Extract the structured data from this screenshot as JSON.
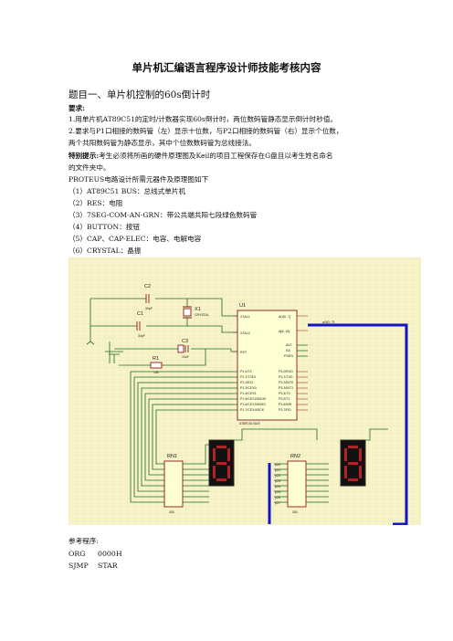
{
  "document": {
    "title": "单片机汇编语言程序设计师技能考核内容",
    "question_title": "题目一、单片机控制的60s倒计时",
    "requirements_heading": "要求:",
    "requirements": [
      "1.用单片机AT89C51的定时/计数器实现60s倒计时，两位数码管静态显示倒计时秒值。",
      "2.要求与P1口相接的数码管（左）显示十位数，与P2口相接的数码管（右）显示个位数，",
      "两个共阳数码管为静态显示，其中个位数数码管为总线接法。"
    ],
    "special_note_label": "特别提示:",
    "special_note": [
      "考生必须将所画的硬件原理图及Keil的项目工程保存在G盘且以考生姓名命名",
      "的文件夹中。"
    ],
    "components_intro": "PROTEUS电路设计所需元器件及原理图如下",
    "components": [
      "（1）AT89C51 BUS：总线式单片机",
      "（2）RES：电阻",
      "（3）7SEG-COM-AN-GRN：带公共端共阳七段绿色数码管",
      "（4）BUTTON：按钮",
      "（5）CAP、CAP-ELEC：电容、电解电容",
      "（6）CRYSTAL：晶振"
    ],
    "reference_label": "参考程序:",
    "code": [
      {
        "op": "ORG",
        "arg": "0000H"
      },
      {
        "op": "SJMP",
        "arg": "STAR"
      }
    ]
  },
  "schematic": {
    "labels": {
      "c2": "C2",
      "c2_val": "30pF",
      "c1": "C1",
      "c1_val": "30pF",
      "x1": "X1",
      "x1_val": "CRYSTAL",
      "c3": "C3",
      "c3_val": "10uF",
      "r1": "R1",
      "r1_val": "10k",
      "u1": "U1",
      "u1_part": "AT89C51 BUS",
      "rn1": "RN1",
      "rn2": "RN2",
      "rn_val": "300",
      "bus_label": "p0[0..7]",
      "xtal1": "XTAL1",
      "xtal2": "XTAL2",
      "rst": "RST",
      "ad_bus": "AD[0..7]",
      "a_bus": "A[8..15]",
      "ale": "ALE",
      "ea": "EA",
      "psen": "PSEN"
    },
    "p1_pins": [
      "P1.0/T2",
      "P1.1/T2EX",
      "P1.2/ECI",
      "P1.3/CEX0",
      "P1.4/CEX1",
      "P1.5/CEX2/MOSI",
      "P1.6/CEX3/MISO",
      "P1.7/CEX4/SCK"
    ],
    "p3_pins": [
      "P3.0/RXD",
      "P3.1/TXD",
      "P3.2/INT0",
      "P3.3/INT1",
      "P3.4/T0",
      "P3.5/T1",
      "P3.6/WR",
      "P3.7/RD"
    ],
    "rn2_nets": [
      "p20",
      "p21",
      "p22",
      "p23",
      "p24",
      "p25",
      "p26",
      "p27"
    ],
    "colors": {
      "board": "#f7f3c9",
      "grid": "#e6e0a6",
      "wire": "#1f6b1f",
      "part": "#8b1a1a",
      "ic_fill": "#ffffd4",
      "bus": "#1414c8",
      "digit_bg": "#111111",
      "segment": "#b32222",
      "digit_frame": "#2a2a2a"
    }
  }
}
